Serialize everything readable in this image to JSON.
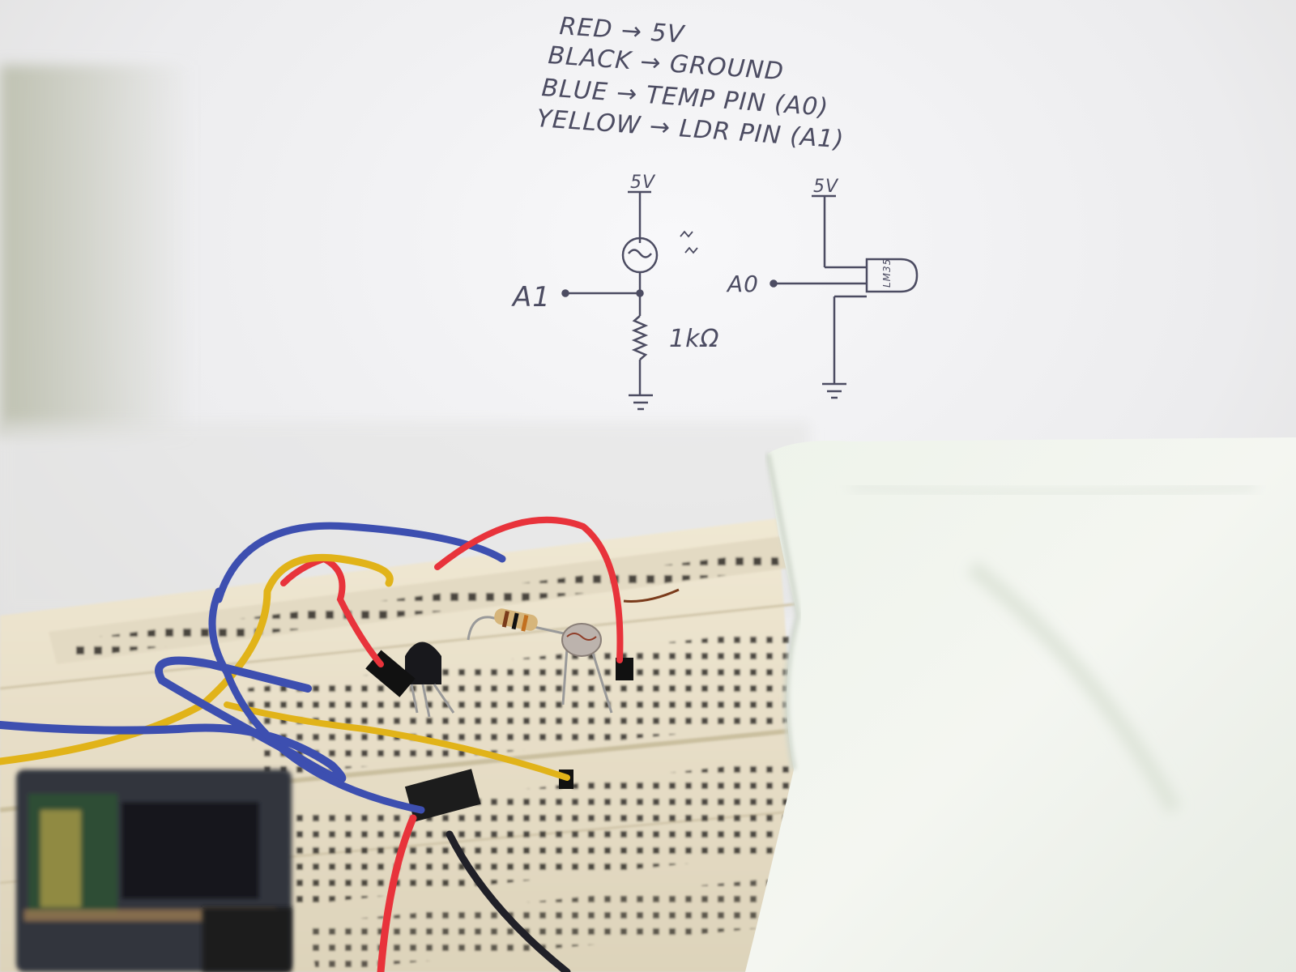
{
  "notes": {
    "wire_legend": [
      {
        "color_name": "RED",
        "arrow": "→",
        "target": "5V"
      },
      {
        "color_name": "BLACK",
        "arrow": "→",
        "target": "GROUND"
      },
      {
        "color_name": "BLUE",
        "arrow": "→",
        "target": "TEMP PIN (A0)"
      },
      {
        "color_name": "YELLOW",
        "arrow": "→",
        "target": "LDR PIN (A1)"
      }
    ],
    "ldr_circuit": {
      "supply_label": "5V",
      "pin_label": "A1",
      "resistor_label": "1kΩ"
    },
    "temp_circuit": {
      "supply_label": "5V",
      "pin_label": "A0",
      "sensor_label": "LM35"
    }
  },
  "colors": {
    "paper": "#f4f4f6",
    "ink": "#4c4c62",
    "breadboard": "#ece4cf",
    "wire_red": "#e8333b",
    "wire_blue": "#3d4fb0",
    "wire_yellow": "#e1b319",
    "wire_black": "#202028",
    "cloth": "#f1f4ee"
  },
  "objects": {
    "breadboard": "breadboard",
    "ldr": "photoresistor",
    "temp_sensor": "LM35 temperature sensor",
    "resistor": "resistor",
    "arduino": "Arduino board",
    "cloth": "white cloth"
  }
}
